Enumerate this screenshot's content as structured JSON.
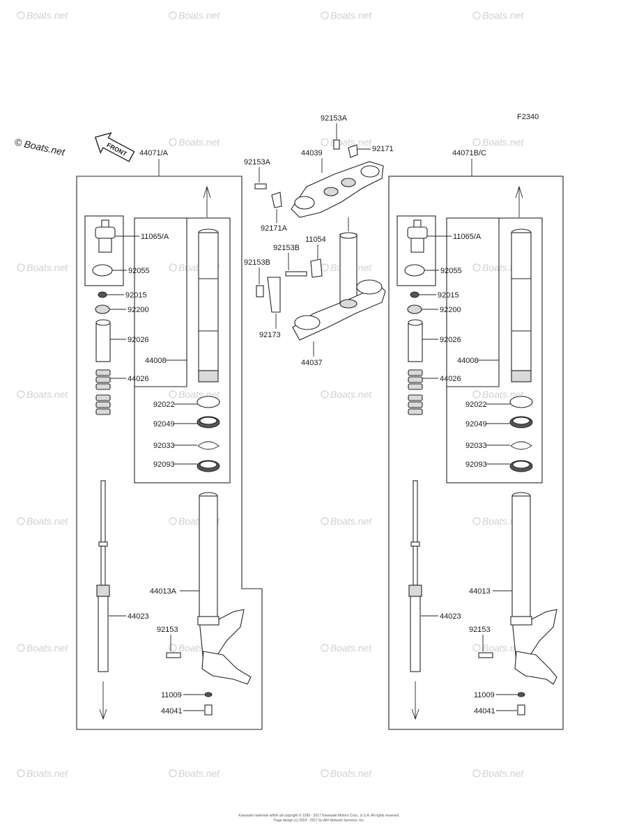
{
  "figure_code": "F2340",
  "watermark_text": "Boats.net",
  "watermark_logo": "© Boats.net",
  "front_arrow": "FRONT",
  "footer": [
    "Kawasaki materials within all copyright © 1995 - 2017 Kawasaki Motors Corp., U.S.A. All rights reserved.",
    "Page design (c) 2003 - 2017 by ARI Network Services, Inc."
  ],
  "left_fork": {
    "assembly": "44071/A",
    "parts": {
      "p11065": "11065/A",
      "p92055": "92055",
      "p92015": "92015",
      "p92200": "92200",
      "p92026": "92026",
      "p44026": "44026",
      "p44008": "44008",
      "p92022": "92022",
      "p92049": "92049",
      "p92033": "92033",
      "p92093": "92093",
      "p44013": "44013A",
      "p44023": "44023",
      "p92153": "92153",
      "p11009": "11009",
      "p44041": "44041"
    }
  },
  "right_fork": {
    "assembly": "44071B/C",
    "parts": {
      "p11065": "11065/A",
      "p92055": "92055",
      "p92015": "92015",
      "p92200": "92200",
      "p92026": "92026",
      "p44026": "44026",
      "p44008": "44008",
      "p92022": "92022",
      "p92049": "92049",
      "p92033": "92033",
      "p92093": "92093",
      "p44013": "44013",
      "p44023": "44023",
      "p92153": "92153",
      "p11009": "11009",
      "p44041": "44041"
    }
  },
  "steering": {
    "bolt_top": "92153A",
    "bracket_top": "92171",
    "upper_bracket": "44039",
    "bolt_left": "92153A",
    "clamp_left": "92171A",
    "bolt_mid": "92153B",
    "clamp_mid": "11054",
    "bolt_lower": "92153B",
    "clamp_lower": "92173",
    "lower_bracket": "44037"
  }
}
